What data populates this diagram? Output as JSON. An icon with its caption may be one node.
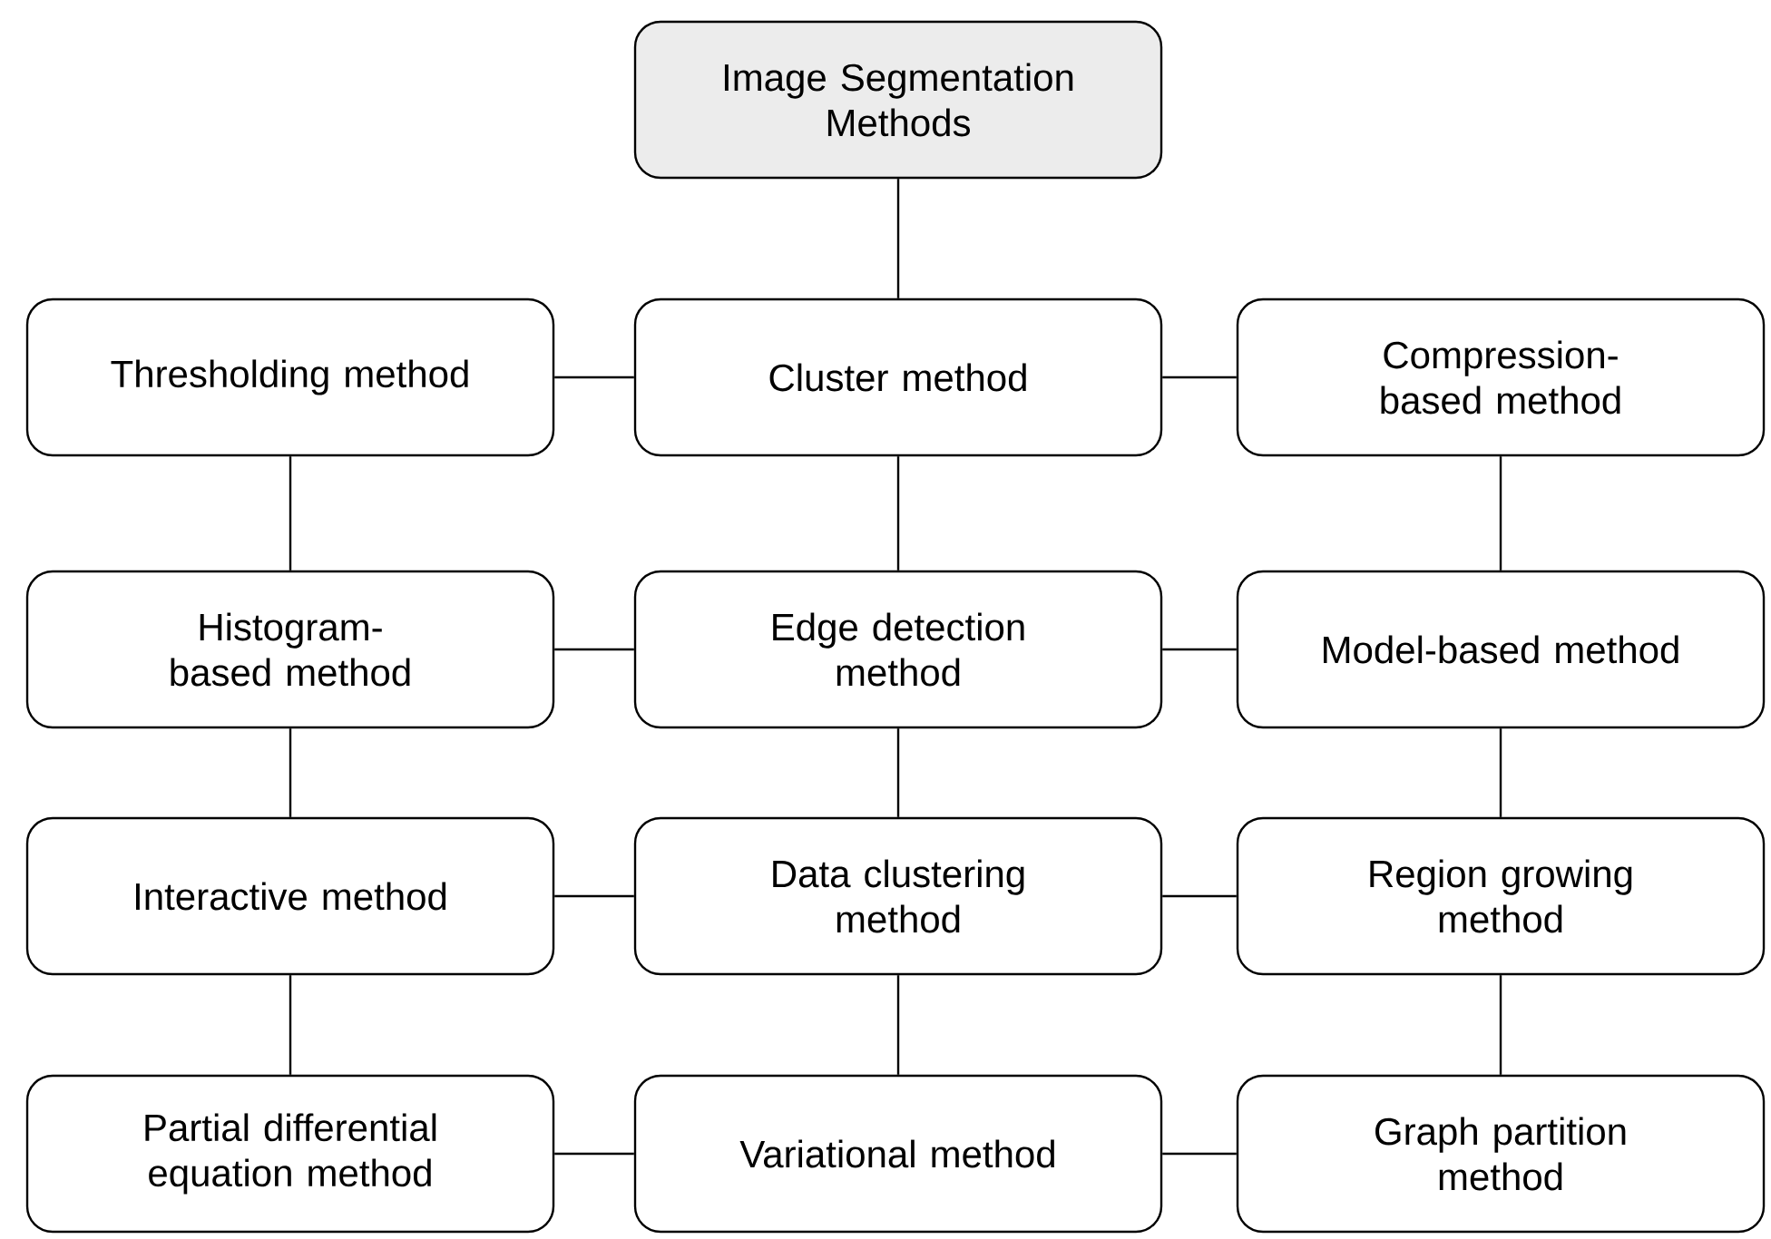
{
  "diagram": {
    "nodes": [
      {
        "text": [
          "Image Segmentation Methods"
        ]
      },
      {
        "text": [
          "Thresholding method"
        ]
      },
      {
        "text": [
          "Cluster method"
        ]
      },
      {
        "text": [
          "Compression-based method"
        ]
      },
      {
        "text": [
          "Histogram-based method"
        ]
      },
      {
        "text": [
          "Edge detection method"
        ]
      },
      {
        "text": [
          "Model-based method"
        ]
      },
      {
        "text": [
          "Interactive method"
        ]
      },
      {
        "text": [
          "Data clustering method"
        ]
      },
      {
        "text": [
          "Region growing method"
        ]
      },
      {
        "text": [
          "Partial differential equation method"
        ]
      },
      {
        "text": [
          "Variational method"
        ]
      },
      {
        "text": [
          "Graph partition method"
        ]
      }
    ],
    "edges": [
      {
        "from": 0,
        "to": 2,
        "arrow": "none"
      },
      {
        "from": 1,
        "to": 2,
        "arrow": "none"
      },
      {
        "from": 2,
        "to": 3,
        "arrow": "none"
      },
      {
        "from": 1,
        "to": 4,
        "arrow": "none"
      },
      {
        "from": 2,
        "to": 5,
        "arrow": "none"
      },
      {
        "from": 3,
        "to": 6,
        "arrow": "none"
      },
      {
        "from": 4,
        "to": 5,
        "arrow": "none"
      },
      {
        "from": 5,
        "to": 6,
        "arrow": "none"
      },
      {
        "from": 4,
        "to": 7,
        "arrow": "none"
      },
      {
        "from": 5,
        "to": 8,
        "arrow": "none"
      },
      {
        "from": 6,
        "to": 9,
        "arrow": "none"
      },
      {
        "from": 7,
        "to": 8,
        "arrow": "none"
      },
      {
        "from": 8,
        "to": 9,
        "arrow": "none"
      },
      {
        "from": 7,
        "to": 10,
        "arrow": "none"
      },
      {
        "from": 8,
        "to": 11,
        "arrow": "none"
      },
      {
        "from": 9,
        "to": 12,
        "arrow": "none"
      },
      {
        "from": 10,
        "to": 11,
        "arrow": "none"
      },
      {
        "from": 11,
        "to": 12,
        "arrow": "none"
      }
    ]
  }
}
